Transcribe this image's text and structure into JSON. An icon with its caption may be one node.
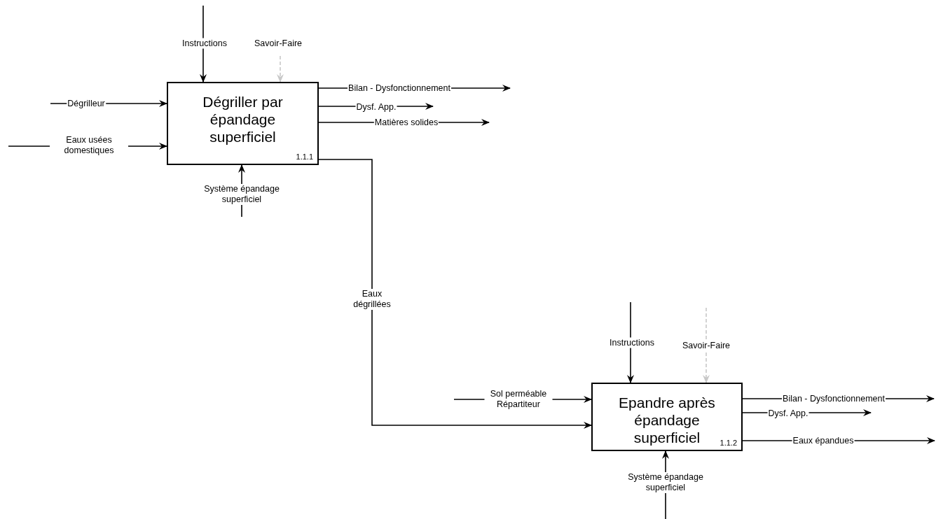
{
  "diagram": {
    "nodes": [
      {
        "text": [
          "Dégriller par épandage superficiel",
          "1.1.1"
        ]
      },
      {
        "text": [
          "Epandre après épandage superficiel",
          "1.1.2"
        ]
      }
    ],
    "edges": [
      {
        "from": null,
        "to": 0,
        "arrow": "to",
        "label": "Instructions"
      },
      {
        "from": null,
        "to": 0,
        "arrow": "to",
        "label": "Savoir-Faire",
        "style": "dashed",
        "color": "#c8c8c8"
      },
      {
        "from": null,
        "to": 0,
        "arrow": "to",
        "label": "Dégrilleur"
      },
      {
        "from": null,
        "to": 0,
        "arrow": "to",
        "label": "Eaux usées domestiques"
      },
      {
        "from": null,
        "to": 0,
        "arrow": "to",
        "label": "Système épandage superficiel"
      },
      {
        "from": 0,
        "to": null,
        "arrow": "to",
        "label": "Bilan - Dysfonctionnement"
      },
      {
        "from": 0,
        "to": null,
        "arrow": "to",
        "label": "Dysf. App."
      },
      {
        "from": 0,
        "to": null,
        "arrow": "to",
        "label": "Matières solides"
      },
      {
        "from": 0,
        "to": 1,
        "arrow": "to",
        "label": "Eaux dégrillées"
      },
      {
        "from": null,
        "to": 1,
        "arrow": "to",
        "label": "Instructions"
      },
      {
        "from": null,
        "to": 1,
        "arrow": "to",
        "label": "Savoir-Faire",
        "style": "dashed",
        "color": "#c8c8c8"
      },
      {
        "from": null,
        "to": 1,
        "arrow": "to",
        "label": "Sol perméable Répartiteur"
      },
      {
        "from": null,
        "to": 1,
        "arrow": "to",
        "label": "Système épandage superficiel"
      },
      {
        "from": 1,
        "to": null,
        "arrow": "to",
        "label": "Bilan - Dysfonctionnement"
      },
      {
        "from": 1,
        "to": null,
        "arrow": "to",
        "label": "Dysf. App."
      },
      {
        "from": 1,
        "to": null,
        "arrow": "to",
        "label": "Eaux épandues"
      }
    ]
  }
}
